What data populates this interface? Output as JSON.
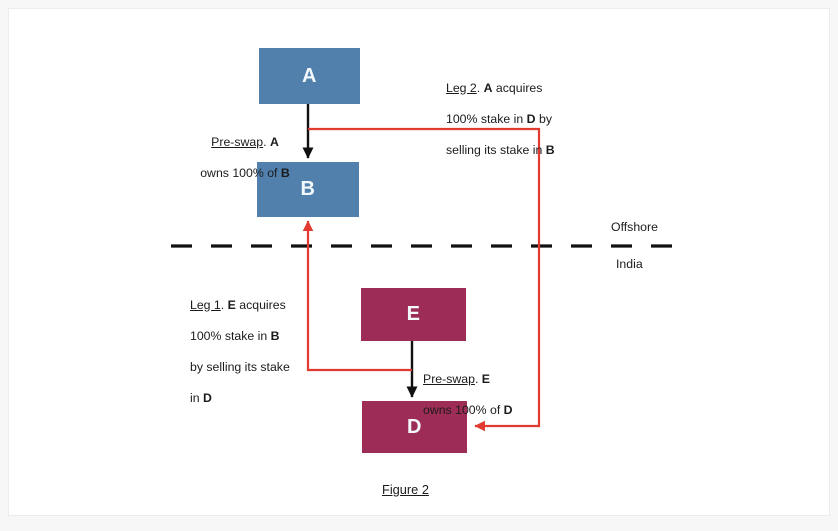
{
  "figure": {
    "caption": "Figure 2",
    "background": "#ffffff",
    "page_background": "#f7f7f8"
  },
  "colors": {
    "offshore_entity": "#5180ad",
    "india_entity": "#9d2d56",
    "ownership_arrow": "#111111",
    "swap_arrow": "#e03a31",
    "border_line": "#111111",
    "entity_label": "#f2f8fc"
  },
  "entities": [
    {
      "id": "A",
      "label": "A",
      "region": "Offshore",
      "color_key": "offshore_entity"
    },
    {
      "id": "B",
      "label": "B",
      "region": "Offshore",
      "color_key": "offshore_entity"
    },
    {
      "id": "E",
      "label": "E",
      "region": "India",
      "color_key": "india_entity"
    },
    {
      "id": "D",
      "label": "D",
      "region": "India",
      "color_key": "india_entity"
    }
  ],
  "regions": {
    "above_label": "Offshore",
    "below_label": "India"
  },
  "annotations": {
    "preswap_a": {
      "underlined": "Pre-swap",
      "line1_rest": ". A",
      "line2": "owns 100% of B"
    },
    "preswap_e": {
      "underlined": "Pre-swap",
      "line1_rest": ". E",
      "line2": "owns 100% of D"
    },
    "leg1": {
      "underlined": "Leg 1",
      "line1_rest": ". E acquires",
      "line2": "100% stake in B",
      "line3": "by selling its stake",
      "line4": "in D"
    },
    "leg2": {
      "underlined": "Leg 2",
      "line1_rest": ". A acquires",
      "line2": "100% stake in D by",
      "line3": "selling its stake in B"
    }
  },
  "relationships": [
    {
      "from": "A",
      "to": "B",
      "kind": "ownership",
      "description": "Pre-swap. A owns 100% of B"
    },
    {
      "from": "E",
      "to": "D",
      "kind": "ownership",
      "description": "Pre-swap. E owns 100% of D"
    },
    {
      "from": "E",
      "to": "B",
      "kind": "swap",
      "description": "Leg 1. E acquires 100% stake in B by selling its stake in D"
    },
    {
      "from": "A",
      "to": "D",
      "kind": "swap",
      "description": "Leg 2. A acquires 100% stake in D by selling its stake in B"
    }
  ]
}
